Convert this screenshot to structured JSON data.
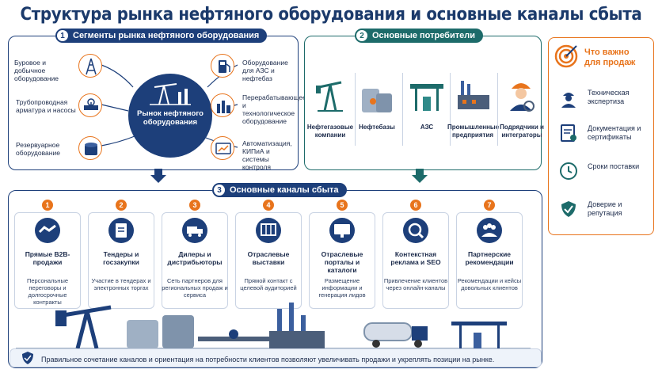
{
  "title": "Структура рынка нефтяного оборудования и основные каналы сбыта",
  "segments": {
    "num": "1",
    "heading": "Сегменты рынка нефтяного оборудования",
    "center": "Рынок нефтяного оборудования",
    "items": [
      "Буровое и добычное оборудование",
      "Трубопроводная арматура и насосы",
      "Резервуарное оборудование",
      "Оборудование для АЗС и нефтебаз",
      "Перерабатывающее и технологическое оборудование",
      "Автоматизация, КИПиА и системы контроля"
    ]
  },
  "consumers": {
    "num": "2",
    "heading": "Основные потребители",
    "items": [
      "Нефтегазовые компании",
      "Нефтебазы",
      "АЗС",
      "Промышленные предприятия",
      "Подрядчики и интеграторы"
    ]
  },
  "important": {
    "heading": "Что важно для продаж",
    "items": [
      {
        "label": "Техническая экспертиза",
        "icon": "engineer-icon"
      },
      {
        "label": "Документация и сертификаты",
        "icon": "certificate-icon"
      },
      {
        "label": "Сроки поставки",
        "icon": "clock-icon"
      },
      {
        "label": "Доверие и репутация",
        "icon": "shield-check-icon"
      }
    ]
  },
  "channels": {
    "num": "3",
    "heading": "Основные каналы сбыта",
    "items": [
      {
        "num": "1",
        "title": "Прямые B2B-продажи",
        "desc": "Персональные переговоры и долгосрочные контракты",
        "icon": "handshake-icon"
      },
      {
        "num": "2",
        "title": "Тендеры и госзакупки",
        "desc": "Участие в тендерах и электронных торгах",
        "icon": "clipboard-icon"
      },
      {
        "num": "3",
        "title": "Дилеры и дистрибьюторы",
        "desc": "Сеть партнеров для региональных продаж и сервиса",
        "icon": "truck-icon"
      },
      {
        "num": "4",
        "title": "Отраслевые выставки",
        "desc": "Прямой контакт с целевой аудиторией",
        "icon": "exhibition-icon"
      },
      {
        "num": "5",
        "title": "Отраслевые порталы и каталоги",
        "desc": "Размещение информации и генерация лидов",
        "icon": "monitor-icon"
      },
      {
        "num": "6",
        "title": "Контекстная реклама и SEO",
        "desc": "Привлечение клиентов через онлайн-каналы",
        "icon": "search-chart-icon"
      },
      {
        "num": "7",
        "title": "Партнерские рекомендации",
        "desc": "Рекомендации и кейсы довольных клиентов",
        "icon": "people-icon"
      }
    ]
  },
  "footer": "Правильное сочетание каналов и ориентация на потребности клиентов позволяют увеличивать продажи и укреплять позиции на рынке.",
  "colors": {
    "navy": "#1d3f7a",
    "teal": "#1d6b6a",
    "orange": "#e8741c"
  }
}
